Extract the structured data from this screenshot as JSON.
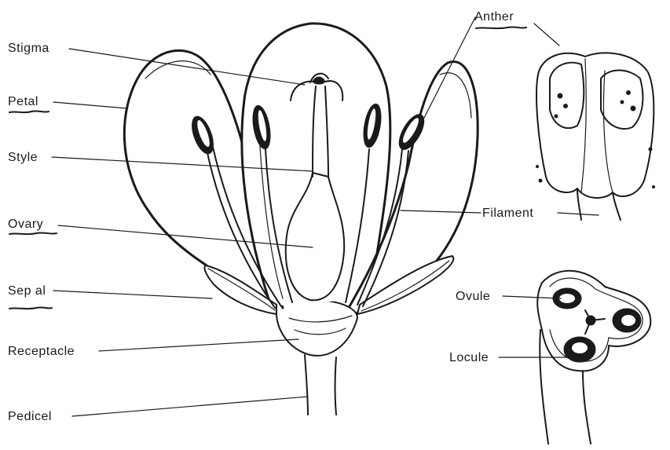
{
  "labels": {
    "stigma": "Stigma",
    "petal": "Petal",
    "style": "Style",
    "ovary": "Ovary",
    "sepal": "Sep al",
    "receptacle": "Receptacle",
    "pedicel": "Pedicel",
    "anther": "Anther",
    "filament": "Filament",
    "ovule": "Ovule",
    "locule": "Locule"
  }
}
